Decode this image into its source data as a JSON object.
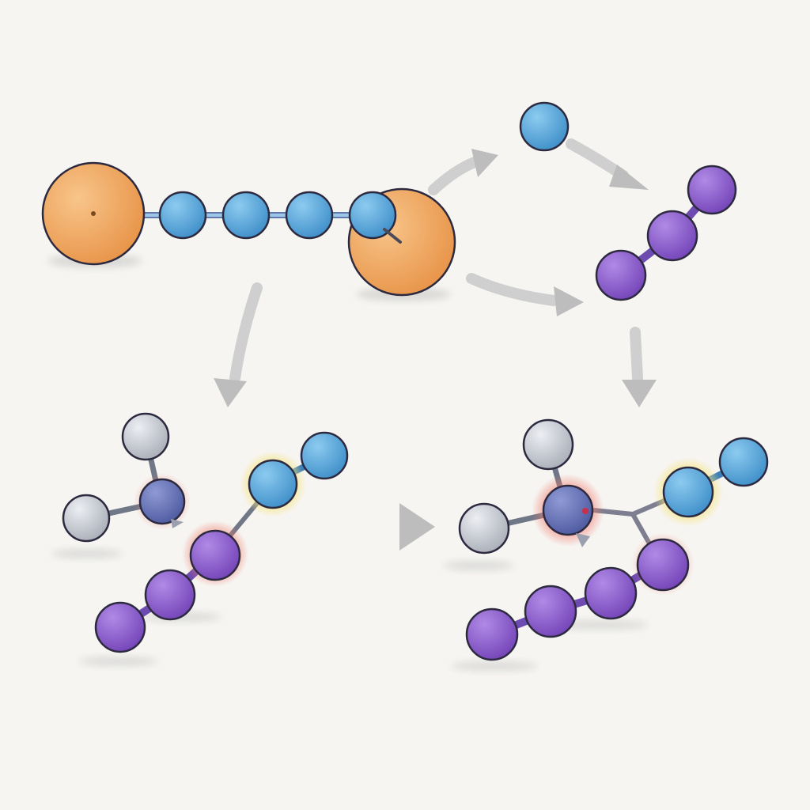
{
  "diagram": {
    "colors": {
      "background": "#f6f5f2",
      "anchor_orange": "#f0a55a",
      "atom_blue": "#5aa7db",
      "atom_purple": "#8a5cc8",
      "atom_gray": "#c9ccd3",
      "atom_slate": "#6b78b8",
      "outline": "#2d2a40",
      "bond": "#7f8aa0",
      "arrow": "#c4c4c4",
      "glow_yellow": "#f6e37a",
      "glow_red": "#f07a6a"
    },
    "molecules": [
      {
        "name": "tethered-chain",
        "atoms": [
          "orange",
          "blue",
          "blue",
          "blue",
          "blue",
          "orange"
        ]
      },
      {
        "name": "free-blue-atom",
        "atoms": [
          "blue"
        ]
      },
      {
        "name": "purple-trimer",
        "atoms": [
          "purple",
          "purple",
          "purple"
        ]
      },
      {
        "name": "reactants-left",
        "atoms": [
          "gray",
          "gray",
          "slate",
          "blue",
          "blue",
          "purple",
          "purple",
          "purple"
        ]
      },
      {
        "name": "product-right",
        "atoms": [
          "gray",
          "gray",
          "slate",
          "blue",
          "blue",
          "purple",
          "purple",
          "purple",
          "purple"
        ]
      }
    ],
    "arrows": [
      {
        "from": "tethered-chain",
        "to": "free-blue-atom"
      },
      {
        "from": "free-blue-atom",
        "to": "purple-trimer"
      },
      {
        "from": "tethered-chain",
        "to": "purple-trimer"
      },
      {
        "from": "tethered-chain",
        "to": "reactants-left"
      },
      {
        "from": "purple-trimer",
        "to": "product-right"
      },
      {
        "from": "reactants-left",
        "to": "product-right"
      }
    ]
  }
}
